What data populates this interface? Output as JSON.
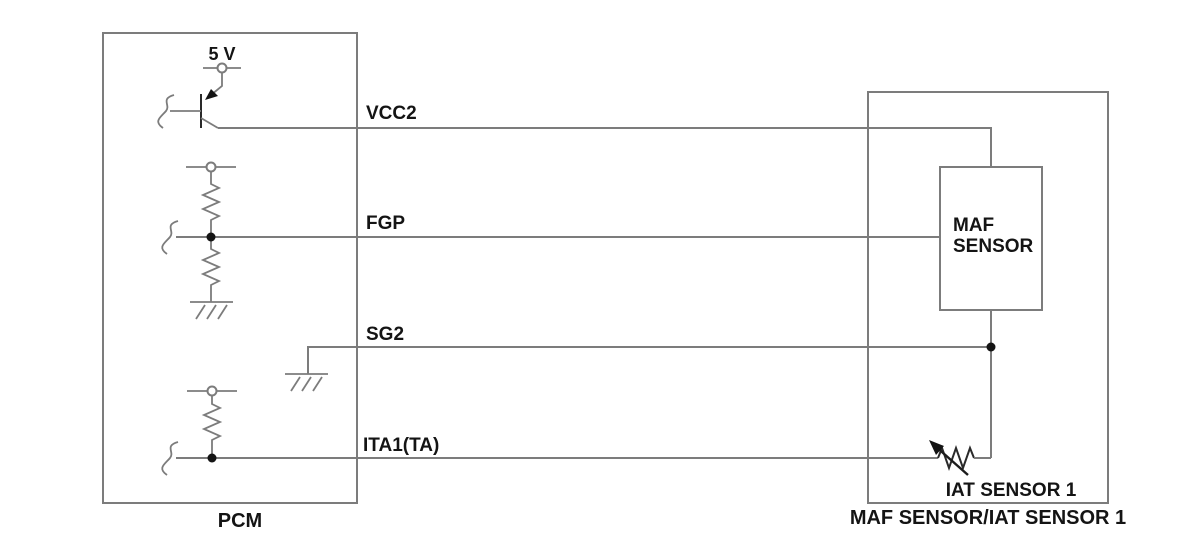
{
  "colors": {
    "wire": "#7c7c7c",
    "ink": "#141414",
    "background": "#ffffff"
  },
  "pcm": {
    "label": "PCM",
    "supply_label": "5 V"
  },
  "pins": [
    {
      "name": "VCC2"
    },
    {
      "name": "FGP"
    },
    {
      "name": "SG2"
    },
    {
      "name": "ITA1(TA)"
    }
  ],
  "sensor": {
    "box_label": "MAF SENSOR/IAT SENSOR 1",
    "maf_label_line1": "MAF",
    "maf_label_line2": "SENSOR",
    "iat_label": "IAT SENSOR 1"
  }
}
